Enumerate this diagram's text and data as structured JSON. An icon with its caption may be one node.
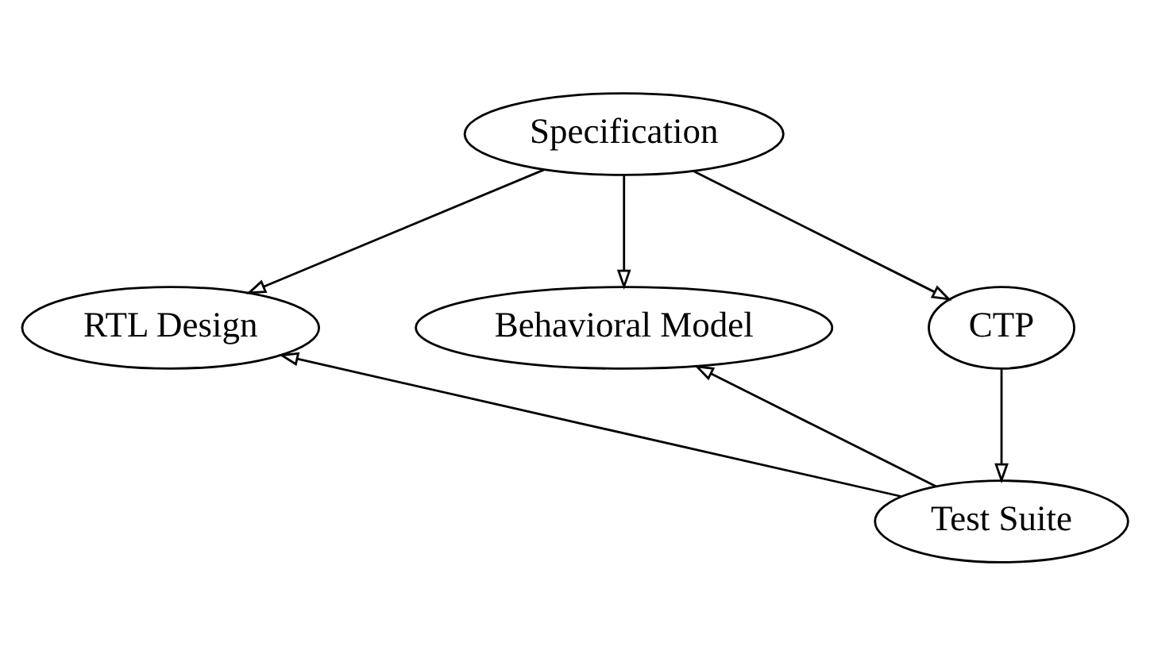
{
  "diagram": {
    "nodes": [
      {
        "text": [
          "Specification"
        ]
      },
      {
        "text": [
          "RTL Design"
        ]
      },
      {
        "text": [
          "Behavioral Model"
        ]
      },
      {
        "text": [
          "CTP"
        ]
      },
      {
        "text": [
          "Test Suite"
        ]
      }
    ],
    "edges": [
      {
        "from": 0,
        "to": 1,
        "arrow": "to"
      },
      {
        "from": 0,
        "to": 2,
        "arrow": "to"
      },
      {
        "from": 0,
        "to": 3,
        "arrow": "to"
      },
      {
        "from": 3,
        "to": 4,
        "arrow": "to"
      },
      {
        "from": 4,
        "to": 1,
        "arrow": "to"
      },
      {
        "from": 4,
        "to": 2,
        "arrow": "to"
      }
    ]
  }
}
